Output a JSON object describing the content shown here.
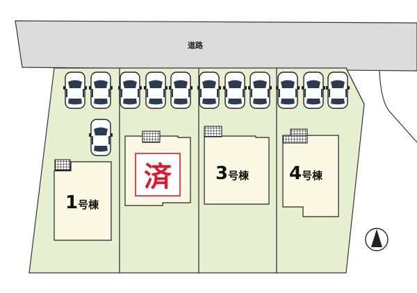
{
  "road": {
    "label": "道路"
  },
  "lots": [
    {
      "id": "lot-1",
      "number": "1",
      "suffix": "号棟",
      "sold": false
    },
    {
      "id": "lot-2",
      "number": "",
      "suffix": "",
      "sold": true,
      "sold_label": "済"
    },
    {
      "id": "lot-3",
      "number": "3",
      "suffix": "号棟",
      "sold": false
    },
    {
      "id": "lot-4",
      "number": "4",
      "suffix": "号棟",
      "sold": false
    }
  ],
  "colors": {
    "lot_fill": "#e6efcf",
    "lot_stroke": "#333333",
    "house_fill": "#fbf9e3",
    "road_fill": "#dcdcdc",
    "sold_red": "#e1182b",
    "car_fill": "#ffffff",
    "car_window": "#2a3b52"
  },
  "icons": [
    "car-icon",
    "north-arrow-icon",
    "ac-unit-icon"
  ]
}
